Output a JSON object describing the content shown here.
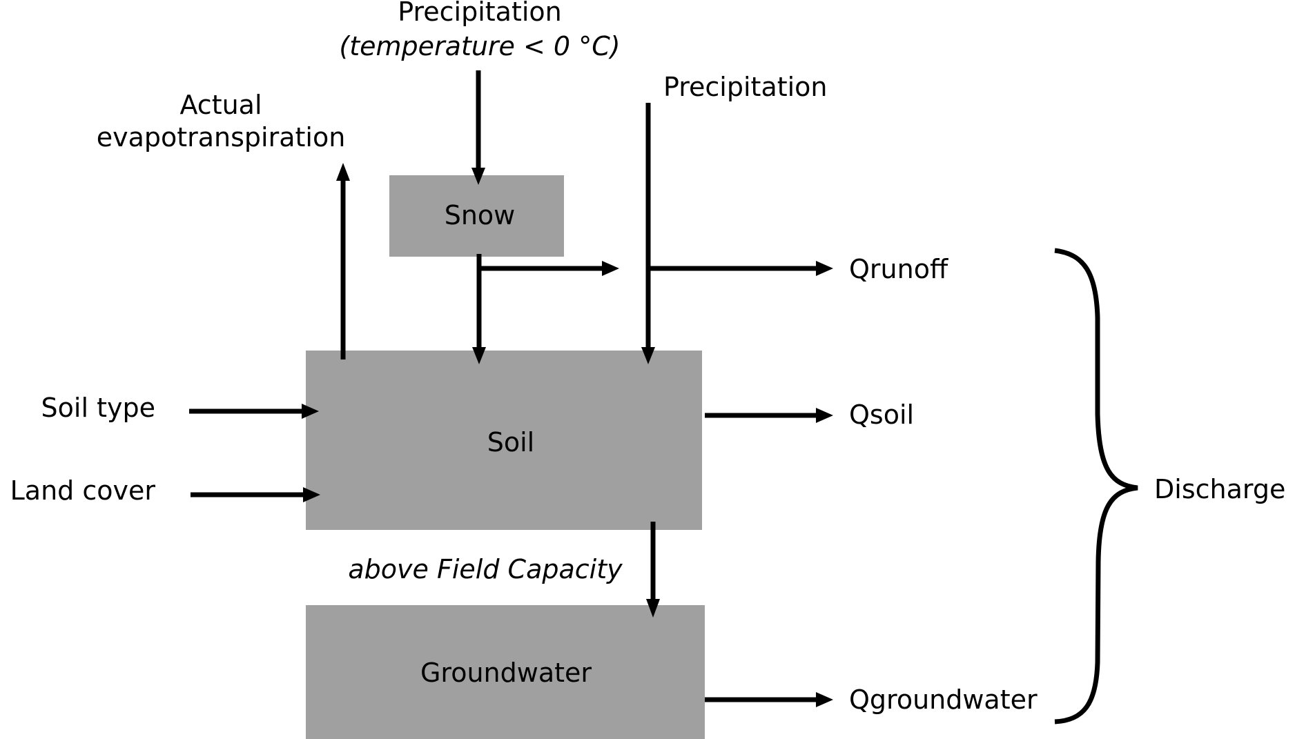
{
  "diagram": {
    "title": "Hydrological model structure",
    "boxes": {
      "snow": "Snow",
      "soil": "Soil",
      "groundwater": "Groundwater"
    },
    "labels": {
      "precip_snow_line1": "Precipitation",
      "precip_snow_line2": "(temperature < 0 °C)",
      "precip_rain": "Precipitation",
      "aet_line1": "Actual",
      "aet_line2": "evapotranspiration",
      "soil_type": "Soil type",
      "land_cover": "Land cover",
      "field_capacity": "above Field Capacity",
      "q_runoff": "Qrunoff",
      "q_soil": "Qsoil",
      "q_groundwater": "Qgroundwater",
      "discharge": "Discharge"
    },
    "colors": {
      "box_fill": "#a0a0a0",
      "line": "#000000",
      "background": "#ffffff"
    },
    "flows": [
      {
        "from": "Precipitation (temperature < 0 °C)",
        "to": "Snow"
      },
      {
        "from": "Snow",
        "to": "Soil"
      },
      {
        "from": "Snow",
        "to": "Qrunoff"
      },
      {
        "from": "Precipitation",
        "to": "Soil"
      },
      {
        "from": "Precipitation",
        "to": "Qrunoff"
      },
      {
        "from": "Soil",
        "to": "Actual evapotranspiration"
      },
      {
        "from": "Soil type",
        "to": "Soil"
      },
      {
        "from": "Land cover",
        "to": "Soil"
      },
      {
        "from": "Soil",
        "to": "Qsoil"
      },
      {
        "from": "Soil",
        "to": "Groundwater",
        "condition": "above Field Capacity"
      },
      {
        "from": "Groundwater",
        "to": "Qgroundwater"
      }
    ]
  }
}
